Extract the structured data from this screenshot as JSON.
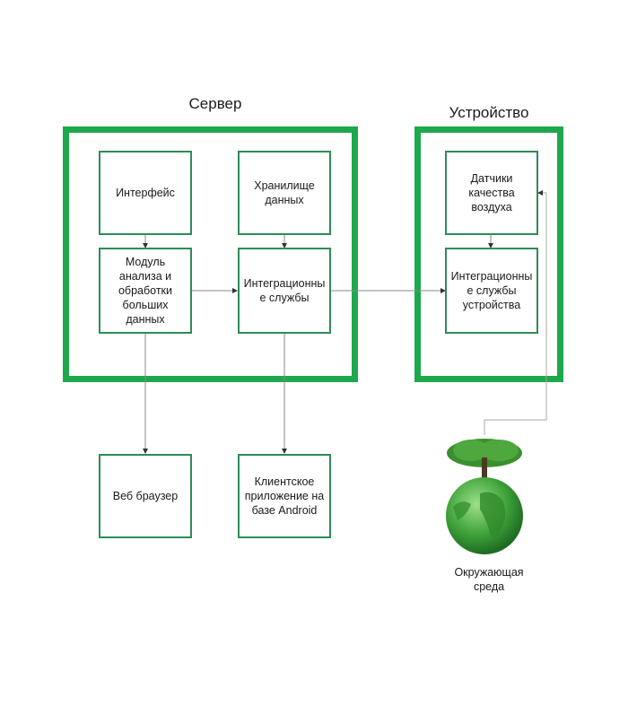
{
  "groups": {
    "server": "Сервер",
    "device": "Устройство"
  },
  "nodes": {
    "interface": "Интерфейс",
    "storage": "Хранилище\nданных",
    "bigdata": "Модуль\nанализа и\nобработки\nбольших\nданных",
    "integration": "Интеграционны\nе службы",
    "sensors": "Датчики\nкачества\nвоздуха",
    "device_integration": "Интеграционны\nе службы\nустройства",
    "browser": "Веб браузер",
    "android": "Клиентское\nприложение на\nбазе Android"
  },
  "environment": {
    "label": "Окружающая\nсреда",
    "icon": "tree-on-globe-icon"
  },
  "colors": {
    "group_border": "#1ea84d",
    "node_border": "#2e8b57",
    "edge": "#888888"
  }
}
